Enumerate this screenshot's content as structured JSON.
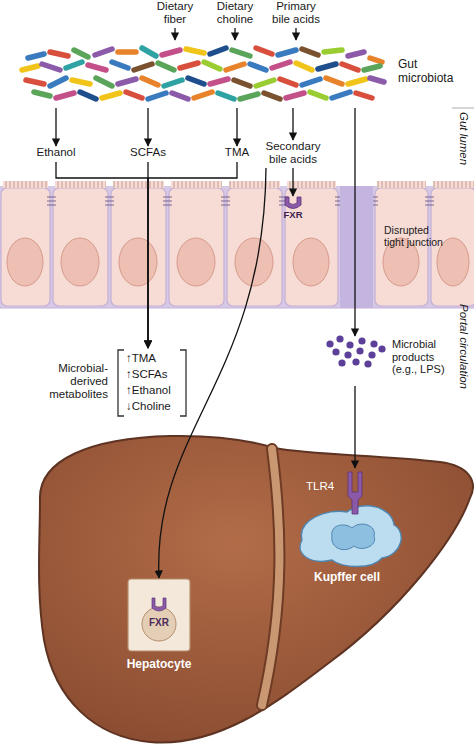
{
  "diagram": {
    "nodes": [
      {
        "text": [
          "Dietary fiber"
        ]
      },
      {
        "text": [
          "Dietary choline"
        ]
      },
      {
        "text": [
          "Primary bile acids"
        ]
      },
      {
        "text": [
          "Gut microbiota"
        ]
      },
      {
        "text": [
          "Ethanol"
        ]
      },
      {
        "text": [
          "SCFAs"
        ]
      },
      {
        "text": [
          "TMA"
        ]
      },
      {
        "text": [
          "Secondary bile acids"
        ]
      },
      {
        "text": [
          "FXR"
        ]
      },
      {
        "text": [
          "Microbial-derived metabolites",
          "↑TMA",
          "↑SCFAs",
          "↑Ethanol",
          "↓Choline"
        ]
      },
      {
        "text": [
          "Microbial products (e.g., LPS)"
        ]
      },
      {
        "text": [
          "FXR",
          "Hepatocyte"
        ]
      },
      {
        "text": [
          "TLR4",
          "Kupffer cell"
        ]
      }
    ],
    "edges": [
      {
        "from": 0,
        "to": 3,
        "arrow": "to"
      },
      {
        "from": 1,
        "to": 3,
        "arrow": "to"
      },
      {
        "from": 2,
        "to": 3,
        "arrow": "to"
      },
      {
        "from": 3,
        "to": 4,
        "arrow": "to"
      },
      {
        "from": 3,
        "to": 5,
        "arrow": "to"
      },
      {
        "from": 3,
        "to": 6,
        "arrow": "to"
      },
      {
        "from": 3,
        "to": 7,
        "arrow": "to"
      },
      {
        "from": 4,
        "to": 9,
        "arrow": "to"
      },
      {
        "from": 5,
        "to": 9,
        "arrow": "to"
      },
      {
        "from": 6,
        "to": 9,
        "arrow": "to"
      },
      {
        "from": 7,
        "to": 8,
        "arrow": "to"
      },
      {
        "from": 7,
        "to": 11,
        "arrow": "to"
      },
      {
        "from": 3,
        "to": 10,
        "arrow": "to"
      },
      {
        "from": 10,
        "to": 12,
        "arrow": "to"
      }
    ],
    "labels": [
      "Gut lumen",
      "Disrupted tight junction",
      "Portal circulation"
    ]
  }
}
